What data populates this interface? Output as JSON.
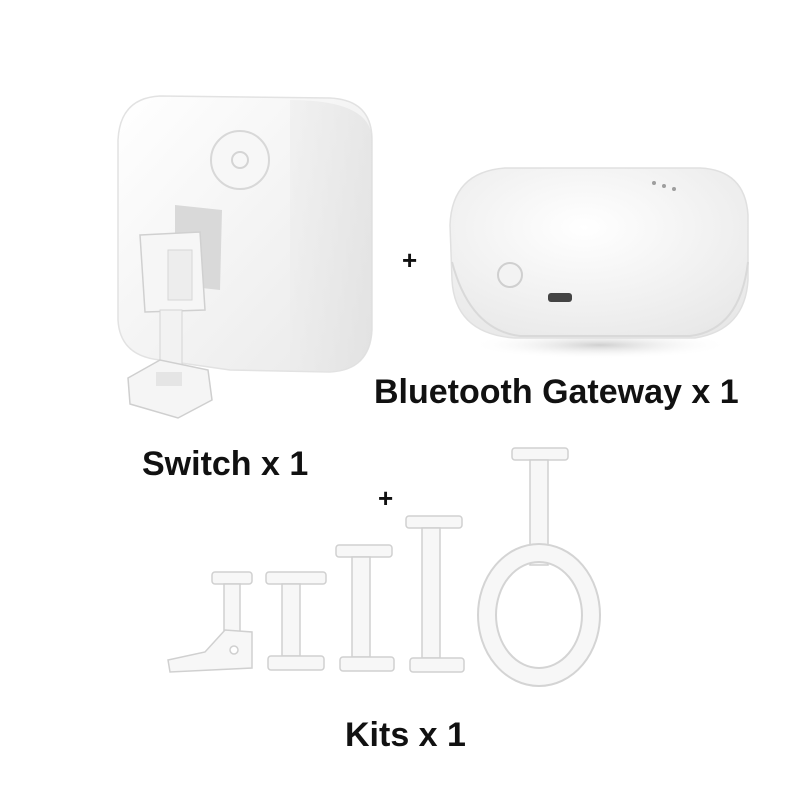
{
  "products": {
    "switch": {
      "label": "Switch x 1",
      "icon": "switch-robot-icon"
    },
    "gateway": {
      "label": "Bluetooth Gateway x 1",
      "icon": "gateway-hub-icon"
    },
    "kits": {
      "label": "Kits x 1",
      "icon": "mounting-kits-icon"
    }
  },
  "separators": {
    "plus_1": "+",
    "plus_2": "+"
  },
  "colors": {
    "text": "#111111",
    "device_white": "#f4f4f4",
    "background": "#ffffff"
  }
}
